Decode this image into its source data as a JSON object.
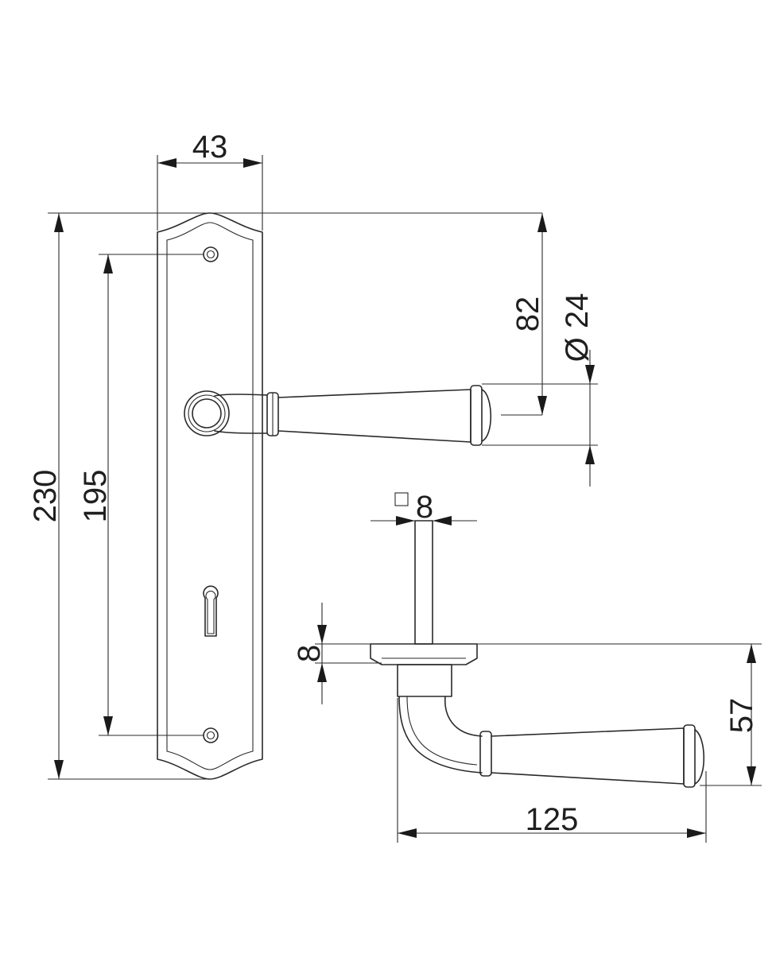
{
  "dimensions": {
    "plate_width": "43",
    "plate_height": "230",
    "hole_spacing": "195",
    "lever_height": "82",
    "lever_diameter": "Ø 24",
    "square_spindle": "8",
    "rose_thickness": "8",
    "lever_projection": "57",
    "lever_length": "125"
  }
}
